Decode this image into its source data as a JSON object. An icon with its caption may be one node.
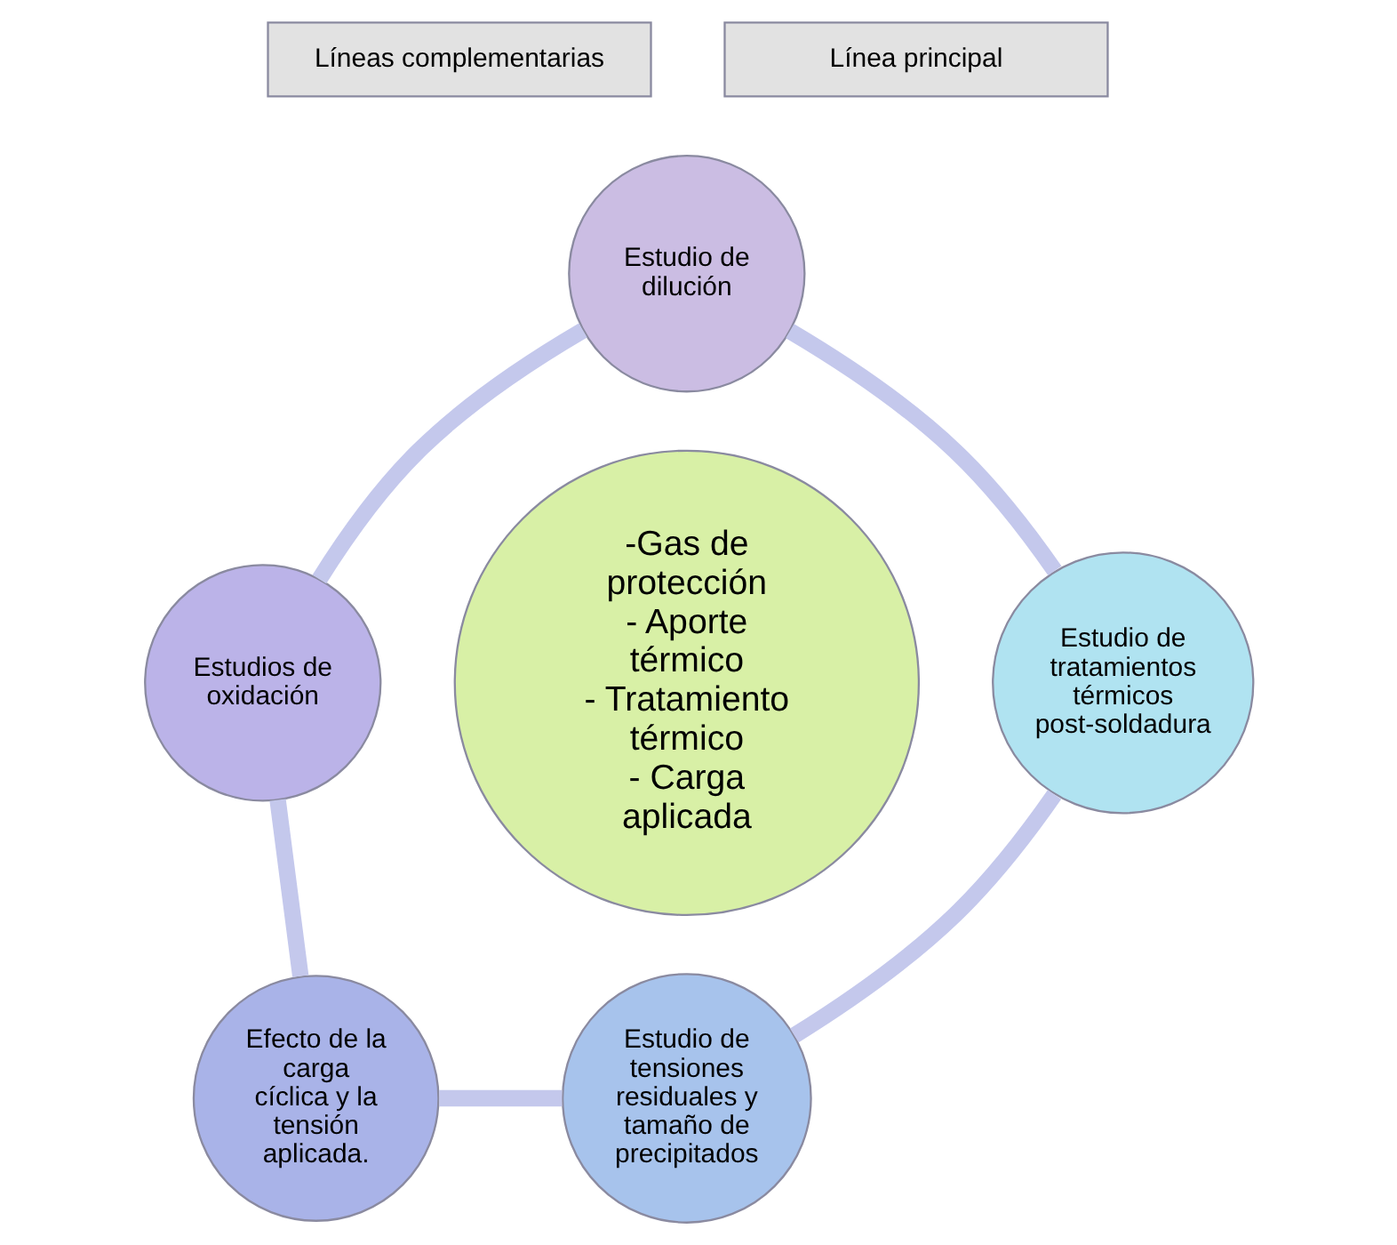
{
  "diagram": {
    "nodes": [
      {
        "text": [
          "Líneas complementarias"
        ]
      },
      {
        "text": [
          "Estudio de dilución"
        ]
      },
      {
        "text": [
          "Estudios de oxidación"
        ]
      },
      {
        "text": [
          "Efecto de la carga cíclica y la tensión aplicada."
        ]
      },
      {
        "text": [
          "Estudio de tensiones residuales y tamaño de precipitados"
        ]
      },
      {
        "text": [
          "Estudio de tratamientos térmicos post-soldadura"
        ]
      },
      {
        "text": [
          "Línea principal"
        ]
      },
      {
        "text": [
          "-Gas de protección",
          "- Aporte térmico",
          "- Tratamiento térmico",
          "- Carga aplicada"
        ]
      }
    ],
    "edges": [
      {
        "from": 1,
        "to": 2,
        "arrow": "none"
      },
      {
        "from": 2,
        "to": 3,
        "arrow": "none"
      },
      {
        "from": 3,
        "to": 4,
        "arrow": "none"
      },
      {
        "from": 4,
        "to": 5,
        "arrow": "none"
      },
      {
        "from": 5,
        "to": 1,
        "arrow": "none"
      }
    ]
  }
}
